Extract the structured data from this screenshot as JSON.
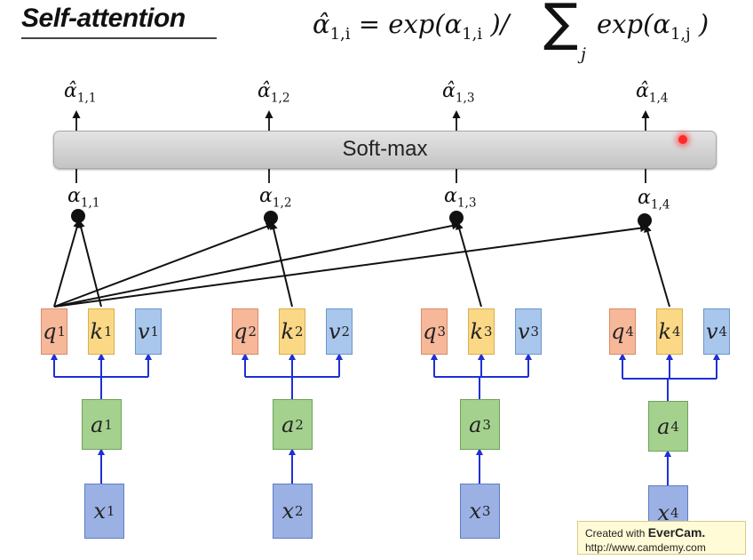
{
  "title": "Self-attention",
  "formula": {
    "lhs": "α̂",
    "lhs_sub": "1,i",
    "middle": " = exp(α",
    "middle_sub": "1,i",
    "middle_end": " )/",
    "sigma": "∑",
    "sigma_sub": "j",
    "rhs": "exp(α",
    "rhs_sub": "1,j",
    "rhs_end": " )"
  },
  "softmax_label": "Soft-max",
  "alpha_hat": [
    {
      "sym": "α̂",
      "sub": "1,1"
    },
    {
      "sym": "α̂",
      "sub": "1,2"
    },
    {
      "sym": "α̂",
      "sub": "1,3"
    },
    {
      "sym": "α̂",
      "sub": "1,4"
    }
  ],
  "alpha": [
    {
      "sym": "α",
      "sub": "1,1"
    },
    {
      "sym": "α",
      "sub": "1,2"
    },
    {
      "sym": "α",
      "sub": "1,3"
    },
    {
      "sym": "α",
      "sub": "1,4"
    }
  ],
  "columns": [
    {
      "q": "q",
      "k": "k",
      "v": "v",
      "a": "a",
      "x": "x",
      "idx": "1"
    },
    {
      "q": "q",
      "k": "k",
      "v": "v",
      "a": "a",
      "x": "x",
      "idx": "2"
    },
    {
      "q": "q",
      "k": "k",
      "v": "v",
      "a": "a",
      "x": "x",
      "idx": "3"
    },
    {
      "q": "q",
      "k": "k",
      "v": "v",
      "a": "a",
      "x": "x",
      "idx": "4"
    }
  ],
  "watermark": {
    "line1_prefix": "Created with ",
    "line1_brand": "EverCam.",
    "line2": "http://www.camdemy.com"
  },
  "colors": {
    "q": "#f7b89a",
    "k": "#fbd886",
    "v": "#a9c6ec",
    "a": "#a4d18e",
    "x": "#9bb1e4",
    "arrow_blue": "#1f2fd6",
    "line_black": "#111111"
  }
}
